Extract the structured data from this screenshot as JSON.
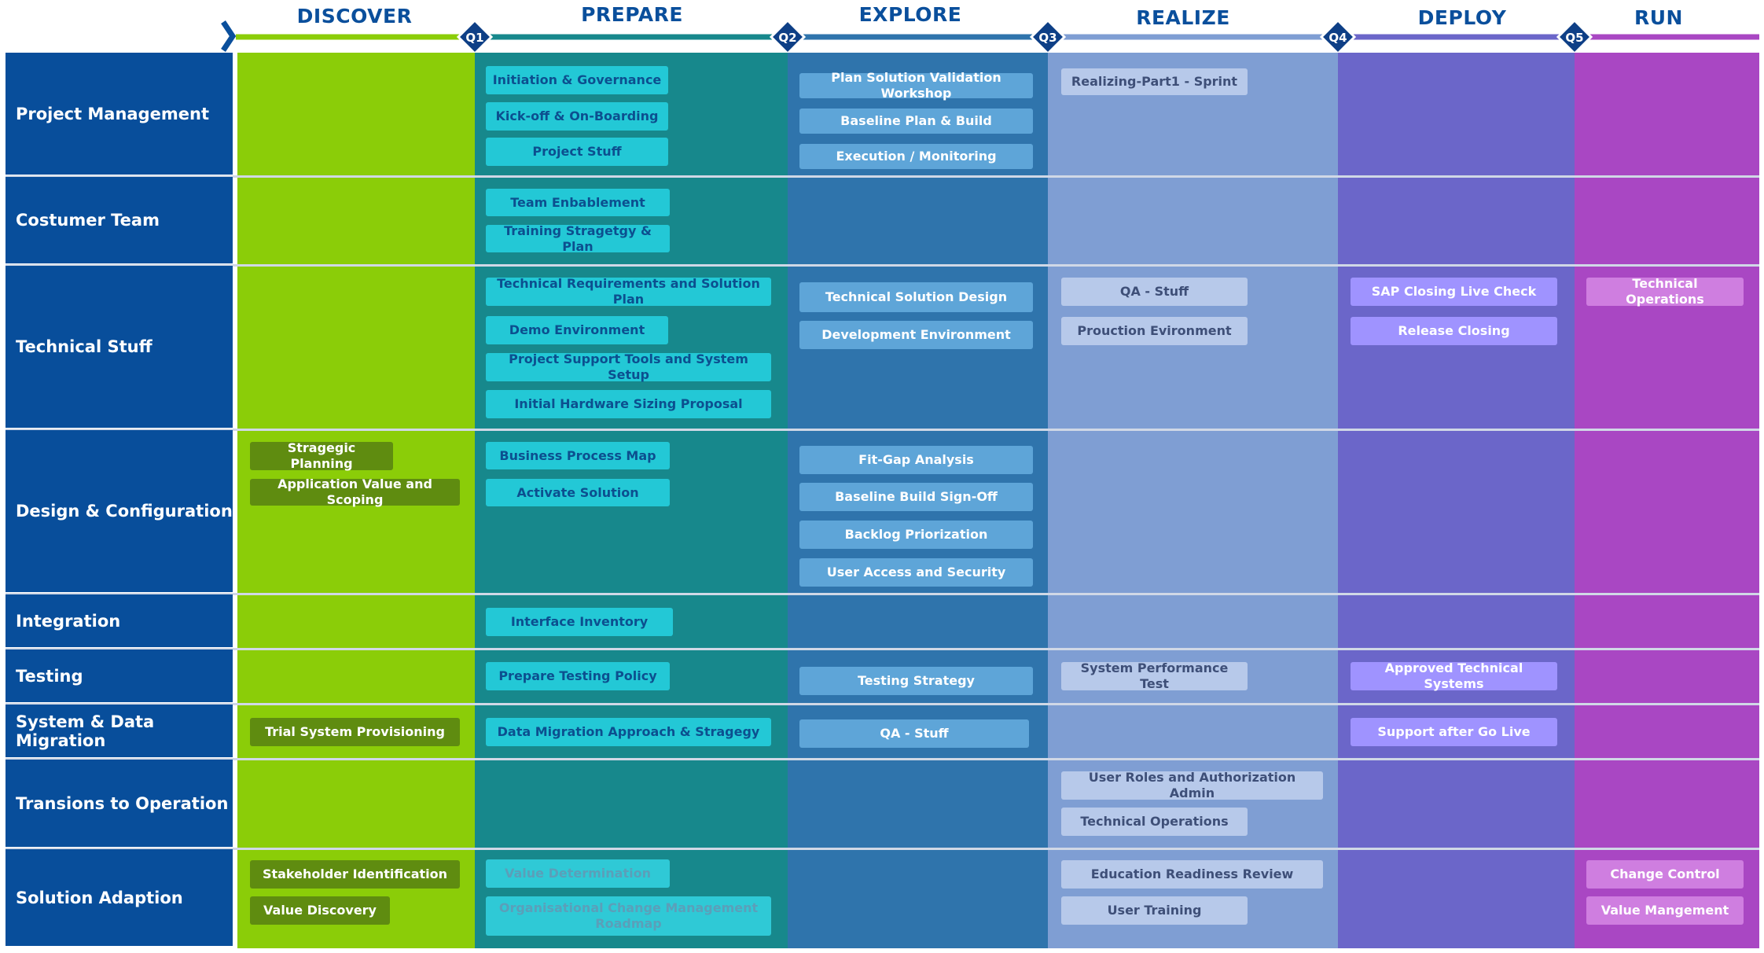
{
  "colors": {
    "row_label_bg": "#084e9b",
    "phase_title": "#0a4f9c",
    "gate_marker": "#0e3f86",
    "discover": "#8bcd08",
    "prepare": "#17888c",
    "explore": "#2f74ac",
    "realize": "#7f9ed3",
    "deploy": "#6b66c9",
    "run": "#a947c3"
  },
  "phases": [
    {
      "id": "discover",
      "title": "DISCOVER"
    },
    {
      "id": "prepare",
      "title": "PREPARE"
    },
    {
      "id": "explore",
      "title": "EXPLORE"
    },
    {
      "id": "realize",
      "title": "REALIZE"
    },
    {
      "id": "deploy",
      "title": "DEPLOY"
    },
    {
      "id": "run",
      "title": "RUN"
    }
  ],
  "quality_gates": [
    "Q1",
    "Q2",
    "Q3",
    "Q4",
    "Q5"
  ],
  "rows": [
    {
      "label": "Project Management",
      "activities": {
        "discover": [],
        "prepare": [
          "Initiation & Governance",
          "Kick-off & On-Boarding",
          "Project Stuff"
        ],
        "explore": [
          "Plan Solution Validation Workshop",
          "Baseline Plan & Build",
          "Execution / Monitoring"
        ],
        "realize": [
          "Realizing-Part1 - Sprint"
        ],
        "deploy": [],
        "run": []
      }
    },
    {
      "label": "Costumer Team",
      "activities": {
        "discover": [],
        "prepare": [
          "Team Enbablement",
          "Training Stragetgy & Plan"
        ],
        "explore": [],
        "realize": [],
        "deploy": [],
        "run": []
      }
    },
    {
      "label": "Technical Stuff",
      "activities": {
        "discover": [],
        "prepare": [
          "Technical Requirements and Solution Plan",
          "Demo Environment",
          "Project Support Tools and System Setup",
          "Initial Hardware Sizing Proposal"
        ],
        "explore": [
          "Technical Solution Design",
          "Development Environment"
        ],
        "realize": [
          "QA - Stuff",
          "Prouction Evironment"
        ],
        "deploy": [
          "SAP Closing Live Check",
          "Release Closing"
        ],
        "run": [
          "Technical Operations"
        ]
      }
    },
    {
      "label": "Design & Configuration",
      "activities": {
        "discover": [
          "Stragegic Planning",
          "Application Value and Scoping"
        ],
        "prepare": [
          "Business Process Map",
          "Activate Solution"
        ],
        "explore": [
          "Fit-Gap Analysis",
          "Baseline Build Sign-Off",
          "Backlog Priorization",
          "User Access and Security"
        ],
        "realize": [],
        "deploy": [],
        "run": []
      }
    },
    {
      "label": "Integration",
      "activities": {
        "discover": [],
        "prepare": [
          "Interface Inventory"
        ],
        "explore": [],
        "realize": [],
        "deploy": [],
        "run": []
      }
    },
    {
      "label": "Testing",
      "activities": {
        "discover": [],
        "prepare": [
          "Prepare Testing Policy"
        ],
        "explore": [
          "Testing Strategy"
        ],
        "realize": [
          "System Performance Test"
        ],
        "deploy": [
          "Approved Technical Systems"
        ],
        "run": []
      }
    },
    {
      "label": "System & Data Migration",
      "activities": {
        "discover": [
          "Trial System Provisioning"
        ],
        "prepare": [
          "Data Migration Approach & Stragegy"
        ],
        "explore": [
          "QA - Stuff"
        ],
        "realize": [],
        "deploy": [
          "Support after Go Live"
        ],
        "run": []
      }
    },
    {
      "label": "Transions to Operation",
      "activities": {
        "discover": [],
        "prepare": [],
        "explore": [],
        "realize": [
          "User Roles and Authorization Admin",
          "Technical Operations"
        ],
        "deploy": [],
        "run": []
      }
    },
    {
      "label": "Solution Adaption",
      "activities": {
        "discover": [
          "Stakeholder Identification",
          "Value Discovery"
        ],
        "prepare": [
          "Value Determination",
          "Organisational Change Management Roadmap"
        ],
        "explore": [],
        "realize": [
          "Education Readiness Review",
          "User Training"
        ],
        "deploy": [],
        "run": [
          "Change Control",
          "Value Mangement"
        ]
      }
    }
  ]
}
